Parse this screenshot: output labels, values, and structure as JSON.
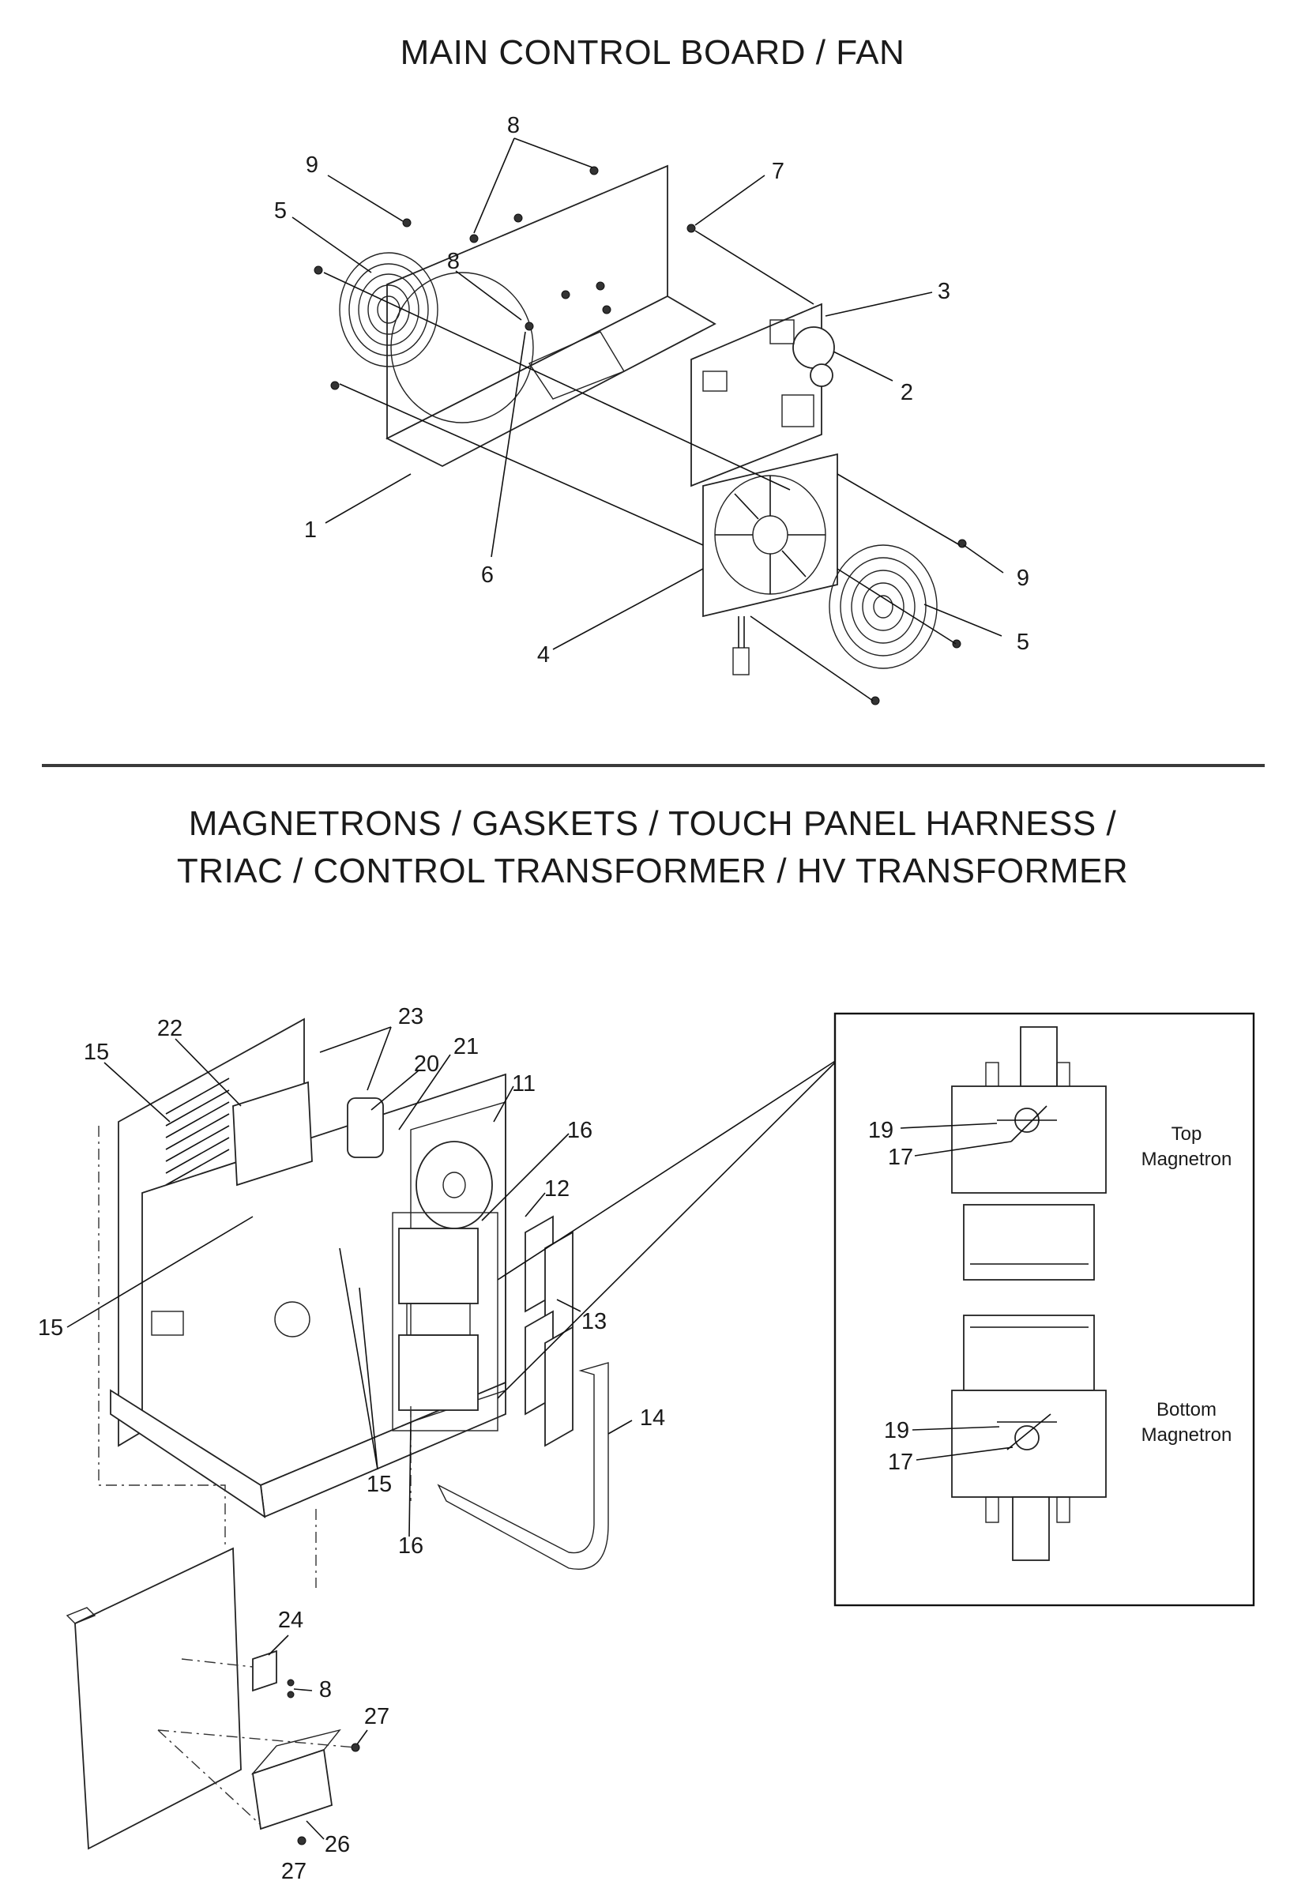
{
  "titles": {
    "main_board": "MAIN CONTROL BOARD / FAN",
    "magnetrons_line1": "MAGNETRONS / GASKETS / TOUCH PANEL HARNESS /",
    "magnetrons_line2": "TRIAC / CONTROL TRANSFORMER / HV TRANSFORMER"
  },
  "inset": {
    "top_label_line1": "Top",
    "top_label_line2": "Magnetron",
    "bottom_label_line1": "Bottom",
    "bottom_label_line2": "Magnetron",
    "callouts": [
      "19",
      "17",
      "19",
      "17"
    ]
  },
  "callouts_top": [
    "8",
    "9",
    "7",
    "5",
    "8",
    "3",
    "2",
    "1",
    "6",
    "9",
    "5",
    "4"
  ],
  "callouts_bottom": [
    "23",
    "22",
    "15",
    "21",
    "20",
    "11",
    "16",
    "12",
    "15",
    "13",
    "14",
    "15",
    "16",
    "24",
    "8",
    "27",
    "26",
    "27"
  ]
}
